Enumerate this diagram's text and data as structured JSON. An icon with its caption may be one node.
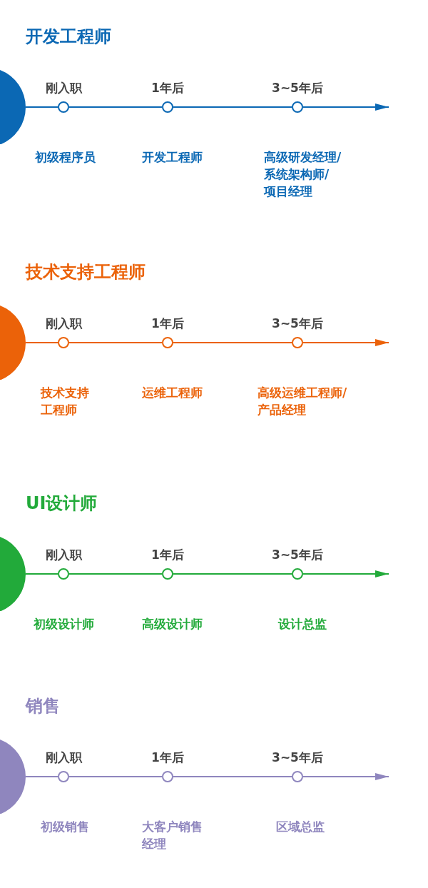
{
  "diagram": {
    "nodes": [
      {
        "text": [],
        "shape": "circle"
      },
      {
        "text": [],
        "shape": "circle",
        "beside": [
          "刚入职"
        ]
      },
      {
        "text": [],
        "shape": "circle",
        "beside": [
          "1年后",
          "开发工程师"
        ]
      },
      {
        "text": [],
        "shape": "circle",
        "beside": [
          "3~5年后",
          "高级研发经理/系统架构师/项目经理"
        ]
      },
      {
        "text": [],
        "shape": "circle"
      },
      {
        "text": [],
        "shape": "circle",
        "beside": [
          "刚入职"
        ]
      },
      {
        "text": [],
        "shape": "circle",
        "beside": [
          "1年后",
          "运维工程师"
        ]
      },
      {
        "text": [],
        "shape": "circle",
        "beside": [
          "3~5年后",
          "高级运维工程师/产品经理"
        ]
      },
      {
        "text": [],
        "shape": "circle"
      },
      {
        "text": [],
        "shape": "circle",
        "beside": [
          "刚入职"
        ]
      },
      {
        "text": [],
        "shape": "circle",
        "beside": [
          "1年后",
          "高级设计师"
        ]
      },
      {
        "text": [],
        "shape": "circle",
        "beside": [
          "3~5年后",
          "设计总监"
        ]
      },
      {
        "text": [],
        "shape": "circle"
      },
      {
        "text": [],
        "shape": "circle",
        "beside": [
          "刚入职"
        ]
      },
      {
        "text": [],
        "shape": "circle",
        "beside": [
          "1年后",
          "大客户销售经理"
        ]
      },
      {
        "text": [],
        "shape": "circle",
        "beside": [
          "3~5年后",
          "区域总监"
        ]
      }
    ],
    "edges": [
      {
        "from": 0,
        "to": 1,
        "arrow": "none",
        "color": "#0b68b4"
      },
      {
        "from": 1,
        "to": 2,
        "arrow": "none",
        "color": "#0b68b4"
      },
      {
        "from": 2,
        "to": 3,
        "arrow": "none",
        "color": "#0b68b4"
      },
      {
        "from": 3,
        "to": null,
        "arrow": "to",
        "color": "#0b68b4"
      },
      {
        "from": 4,
        "to": 5,
        "arrow": "none",
        "color": "#eb6209"
      },
      {
        "from": 5,
        "to": 6,
        "arrow": "none",
        "color": "#eb6209"
      },
      {
        "from": 6,
        "to": 7,
        "arrow": "none",
        "color": "#eb6209"
      },
      {
        "from": 7,
        "to": null,
        "arrow": "to",
        "color": "#eb6209"
      },
      {
        "from": 8,
        "to": 9,
        "arrow": "none",
        "color": "#22aa3a"
      },
      {
        "from": 9,
        "to": 10,
        "arrow": "none",
        "color": "#22aa3a"
      },
      {
        "from": 10,
        "to": 11,
        "arrow": "none",
        "color": "#22aa3a"
      },
      {
        "from": 11,
        "to": null,
        "arrow": "to",
        "color": "#22aa3a"
      },
      {
        "from": 12,
        "to": 13,
        "arrow": "none",
        "color": "#8f86be"
      },
      {
        "from": 13,
        "to": 14,
        "arrow": "none",
        "color": "#8f86be"
      },
      {
        "from": 14,
        "to": 15,
        "arrow": "none",
        "color": "#8f86be"
      },
      {
        "from": 15,
        "to": null,
        "arrow": "to",
        "color": "#8f86be"
      }
    ],
    "labels": [
      "开发工程师",
      "初级程序员",
      "技术支持工程师",
      "技术支持工程师",
      "UI设计师",
      "初级设计师",
      "销售",
      "初级销售"
    ]
  }
}
